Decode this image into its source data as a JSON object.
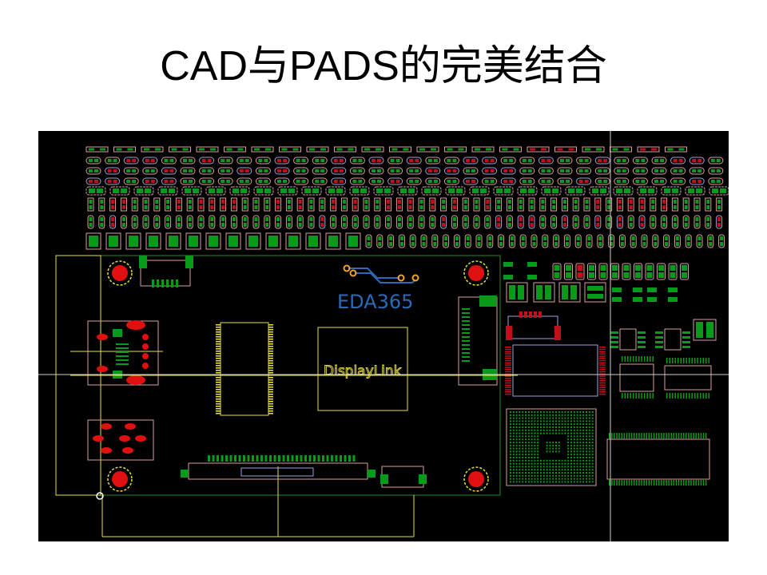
{
  "slide": {
    "title": "CAD与PADS的完美结合"
  },
  "pcb": {
    "logo_text": "EDA365",
    "chip_label": "DisplayLink",
    "colors": {
      "background": "#000000",
      "pad_green": "#0a9a1a",
      "pad_red": "#c0101a",
      "outline_pink": "#d8a0a0",
      "outline_lavender": "#a0a0e0",
      "silk_yellow": "#e8e040",
      "board_green": "#2a8a2a",
      "crosshair": "#d0d0d0",
      "logo_blue": "#2a6ab8",
      "logo_orange": "#f0a030"
    }
  }
}
